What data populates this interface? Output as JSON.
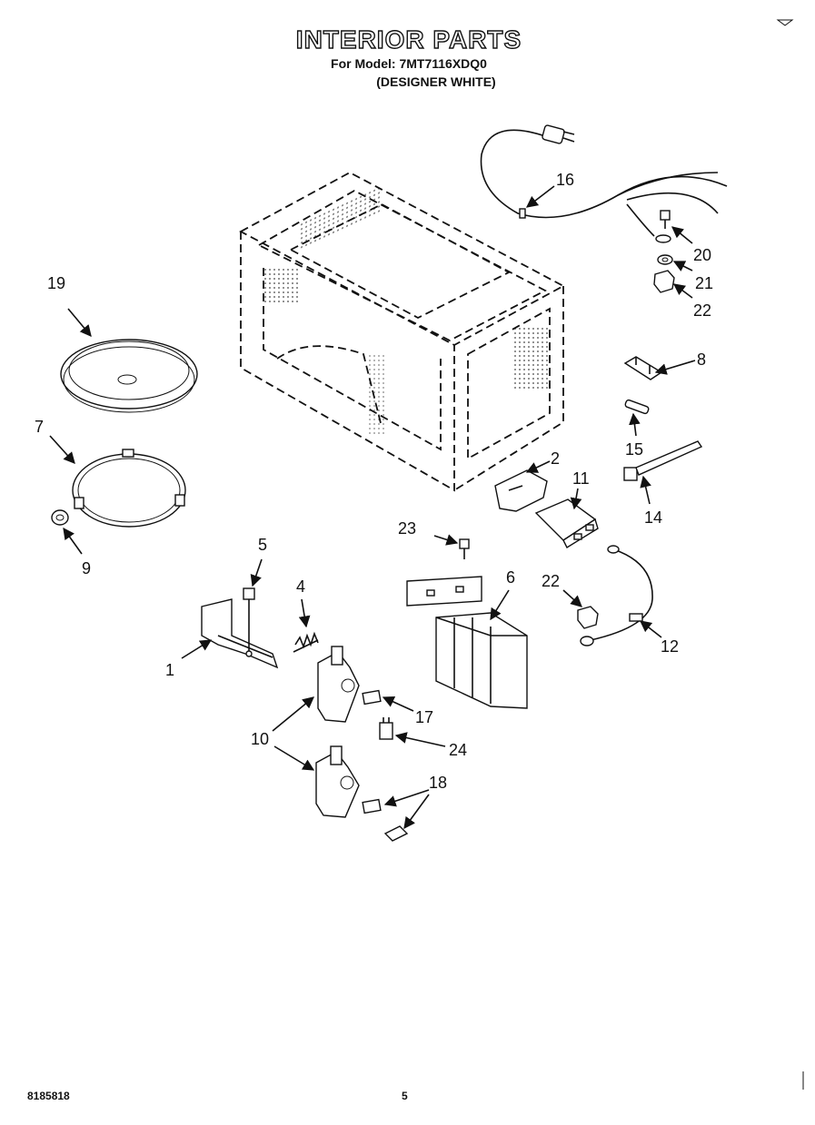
{
  "header": {
    "title": "INTERIOR PARTS",
    "model_line": "For Model: 7MT7116XDQ0",
    "finish_line": "(DESIGNER WHITE)"
  },
  "footer": {
    "doc_code": "8185818",
    "page_number": "5"
  },
  "callouts": {
    "c1": "1",
    "c2": "2",
    "c4": "4",
    "c5": "5",
    "c6": "6",
    "c7": "7",
    "c8": "8",
    "c9": "9",
    "c10": "10",
    "c11": "11",
    "c12": "12",
    "c14": "14",
    "c15": "15",
    "c16": "16",
    "c17": "17",
    "c18": "18",
    "c19": "19",
    "c20": "20",
    "c21": "21",
    "c22a": "22",
    "c22b": "22",
    "c23": "23",
    "c24": "24"
  }
}
